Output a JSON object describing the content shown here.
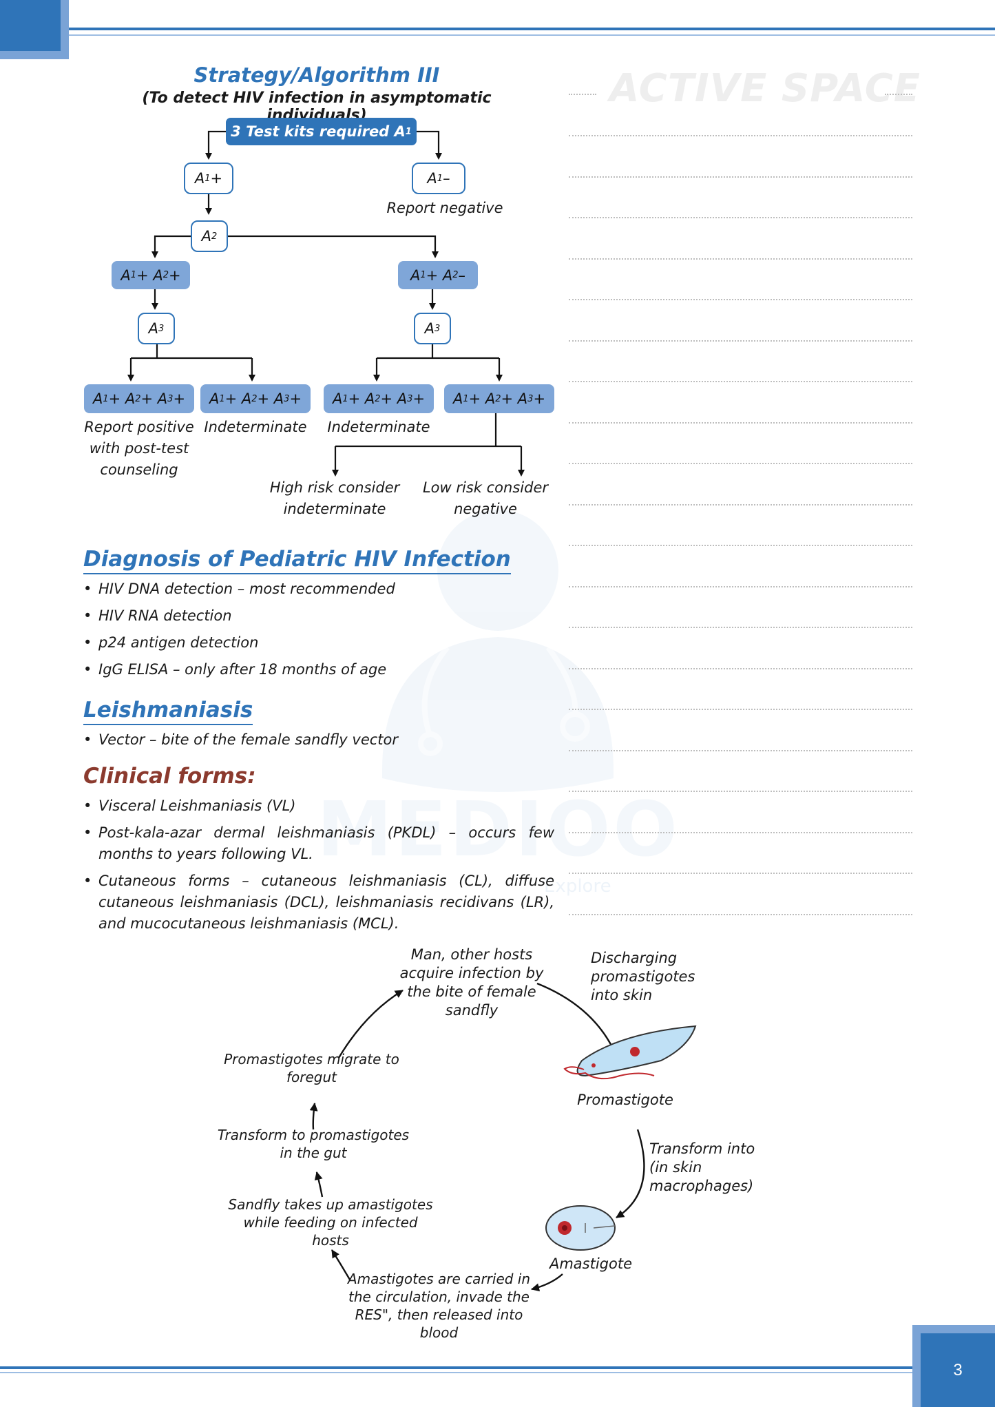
{
  "page": {
    "number": "3"
  },
  "active_space": {
    "label": "ACTIVE SPACE"
  },
  "watermark": {
    "brand": "MEDIOO",
    "tagline": "Explore"
  },
  "algorithm": {
    "title": "Strategy/Algorithm III",
    "subtitle": "(To detect HIV infection in asymptomatic individuals)",
    "root": {
      "text": "3 Test kits required A",
      "sub": "1"
    },
    "a1_pos": {
      "text": "A",
      "sub": "1",
      "suffix": " +"
    },
    "a1_neg": {
      "text": "A",
      "sub": "1",
      "suffix": " –"
    },
    "report_negative": "Report negative",
    "a2": {
      "text": "A",
      "sub": "2"
    },
    "a1a2_pos": {
      "parts": [
        "A",
        "1",
        " + A",
        "2",
        "+"
      ]
    },
    "a1a2_neg": {
      "parts": [
        "A",
        "1",
        " + A",
        "2",
        "–"
      ]
    },
    "a3": {
      "text": "A",
      "sub": "3"
    },
    "outcome_boxes": [
      {
        "parts": [
          "A",
          "1",
          "+ A",
          "2",
          "+ A",
          "3",
          "+"
        ]
      },
      {
        "parts": [
          "A",
          "1",
          "+ A",
          "2",
          "+ A",
          "3",
          "+"
        ]
      },
      {
        "parts": [
          "A",
          "1",
          "+ A",
          "2",
          "+ A",
          "3",
          "+"
        ]
      },
      {
        "parts": [
          "A",
          "1",
          "+ A",
          "2",
          "+ A",
          "3",
          "+"
        ]
      }
    ],
    "outcomes": [
      "Report positive with post-test counseling",
      "Indeterminate",
      "Indeterminate"
    ],
    "risk": [
      "High risk consider indeterminate",
      "Low risk consider negative"
    ]
  },
  "pediatric": {
    "title": "Diagnosis of Pediatric HIV Infection",
    "items": [
      "HIV DNA detection – most recommended",
      "HIV RNA detection",
      "p24 antigen detection",
      "IgG ELISA – only after 18 months of age"
    ]
  },
  "leishmaniasis": {
    "title": "Leishmaniasis",
    "items": [
      "Vector – bite of the female sandfly vector"
    ]
  },
  "clinical": {
    "title": "Clinical forms:",
    "items": [
      "Visceral Leishmaniasis (VL)",
      "Post-kala-azar dermal leishmaniasis (PKDL) – occurs few months to years following VL.",
      "Cutaneous forms – cutaneous leishmaniasis (CL), diffuse cutaneous leishmaniasis (DCL), leishmaniasis recidivans (LR), and mucocutaneous leishmaniasis (MCL)."
    ]
  },
  "lifecycle": {
    "man": "Man, other hosts acquire infection by the bite of female sandfly",
    "discharging": "Discharging promastigotes into skin",
    "promastigote": "Promastigote",
    "transform_skin": "Transform into (in skin macrophages)",
    "amastigote": "Amastigote",
    "carried": "Amastigotes are carried in the circulation, invade the RES\", then released into blood",
    "sandfly_takes": "Sandfly takes up amastigotes while feeding on infected hosts",
    "transform_gut": "Transform to promastigotes in the gut",
    "migrate": "Promastigotes migrate to foregut"
  },
  "colors": {
    "primary": "#2f74b8",
    "light_box": "#7fa6d8",
    "clinical_title": "#8b3a2e"
  }
}
